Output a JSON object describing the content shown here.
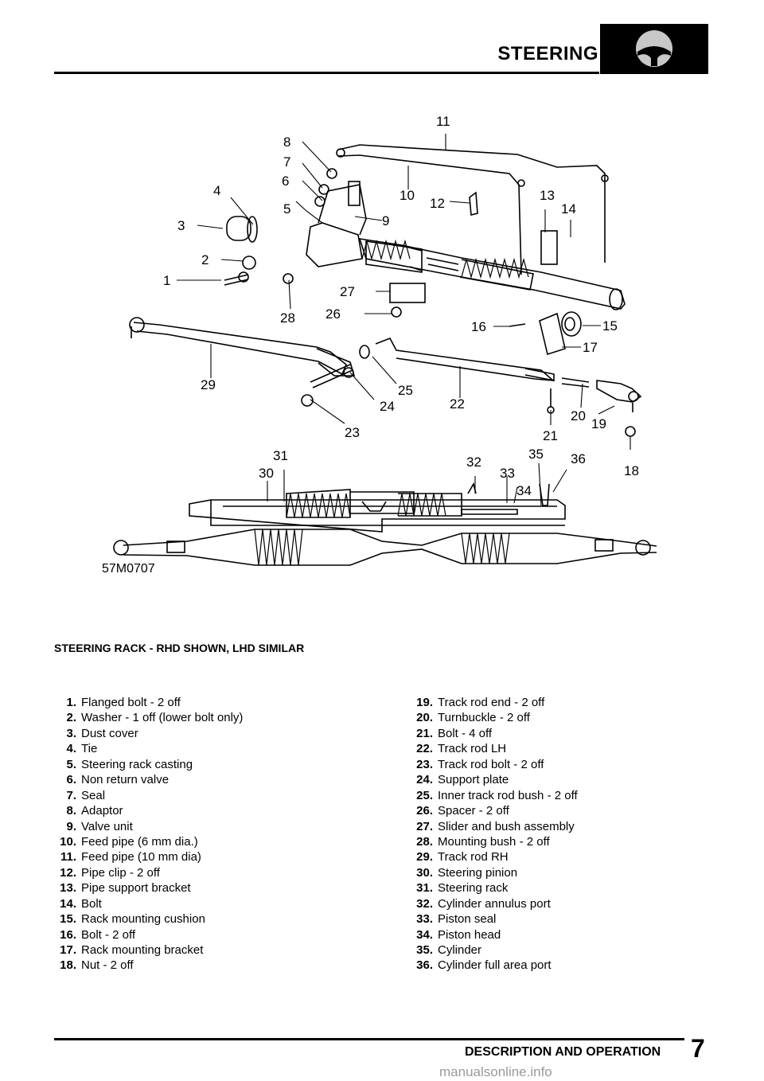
{
  "header": {
    "title": "STEERING",
    "icon": "steering-wheel-icon"
  },
  "figure": {
    "code": "57M0707",
    "caption": "STEERING RACK - RHD SHOWN, LHD SIMILAR",
    "callouts": [
      "1",
      "2",
      "3",
      "4",
      "5",
      "6",
      "7",
      "8",
      "9",
      "10",
      "11",
      "12",
      "13",
      "14",
      "15",
      "16",
      "17",
      "18",
      "19",
      "20",
      "21",
      "22",
      "23",
      "24",
      "25",
      "26",
      "27",
      "28",
      "29",
      "30",
      "31",
      "32",
      "33",
      "34",
      "35",
      "36"
    ]
  },
  "parts": [
    {
      "num": "1.",
      "desc": "Flanged bolt - 2 off"
    },
    {
      "num": "2.",
      "desc": "Washer - 1 off (lower bolt only)"
    },
    {
      "num": "3.",
      "desc": "Dust cover"
    },
    {
      "num": "4.",
      "desc": "Tie"
    },
    {
      "num": "5.",
      "desc": "Steering rack casting"
    },
    {
      "num": "6.",
      "desc": "Non return valve"
    },
    {
      "num": "7.",
      "desc": "Seal"
    },
    {
      "num": "8.",
      "desc": "Adaptor"
    },
    {
      "num": "9.",
      "desc": "Valve unit"
    },
    {
      "num": "10.",
      "desc": "Feed pipe (6 mm dia.)"
    },
    {
      "num": "11.",
      "desc": "Feed pipe (10 mm dia)"
    },
    {
      "num": "12.",
      "desc": "Pipe clip - 2 off"
    },
    {
      "num": "13.",
      "desc": "Pipe support bracket"
    },
    {
      "num": "14.",
      "desc": "Bolt"
    },
    {
      "num": "15.",
      "desc": "Rack mounting cushion"
    },
    {
      "num": "16.",
      "desc": "Bolt - 2 off"
    },
    {
      "num": "17.",
      "desc": "Rack mounting bracket"
    },
    {
      "num": "18.",
      "desc": "Nut - 2 off"
    },
    {
      "num": "19.",
      "desc": "Track rod end - 2 off"
    },
    {
      "num": "20.",
      "desc": "Turnbuckle - 2 off"
    },
    {
      "num": "21.",
      "desc": "Bolt - 4 off"
    },
    {
      "num": "22.",
      "desc": "Track rod LH"
    },
    {
      "num": "23.",
      "desc": "Track rod bolt - 2 off"
    },
    {
      "num": "24.",
      "desc": "Support plate"
    },
    {
      "num": "25.",
      "desc": "Inner track rod bush - 2 off"
    },
    {
      "num": "26.",
      "desc": "Spacer - 2 off"
    },
    {
      "num": "27.",
      "desc": "Slider and bush assembly"
    },
    {
      "num": "28.",
      "desc": "Mounting bush - 2 off"
    },
    {
      "num": "29.",
      "desc": "Track rod RH"
    },
    {
      "num": "30.",
      "desc": "Steering pinion"
    },
    {
      "num": "31.",
      "desc": "Steering rack"
    },
    {
      "num": "32.",
      "desc": "Cylinder annulus port"
    },
    {
      "num": "33.",
      "desc": "Piston seal"
    },
    {
      "num": "34.",
      "desc": "Piston head"
    },
    {
      "num": "35.",
      "desc": "Cylinder"
    },
    {
      "num": "36.",
      "desc": "Cylinder full area port"
    }
  ],
  "footer": {
    "section": "DESCRIPTION AND OPERATION",
    "page": "7",
    "watermark": "manualsonline.info"
  }
}
